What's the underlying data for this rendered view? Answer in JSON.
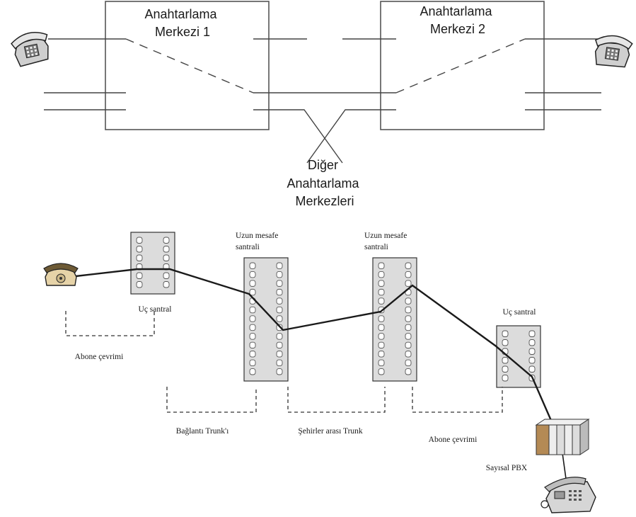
{
  "top_diagram": {
    "center1_label": [
      "Anahtarlama",
      "Merkezi 1"
    ],
    "center2_label": [
      "Anahtarlama",
      "Merkezi 2"
    ],
    "others_label": [
      "Diğer",
      "Anahtarlama",
      "Merkezleri"
    ]
  },
  "bottom_diagram": {
    "end_office_left": "Uç santral",
    "long_distance_1": [
      "Uzun mesafe",
      "santrali"
    ],
    "long_distance_2": [
      "Uzun mesafe",
      "santrali"
    ],
    "end_office_right": "Uç santral",
    "subscriber_loop_left": "Abone çevrimi",
    "connection_trunk": "Bağlantı Trunk'ı",
    "intercity_trunk": "Şehirler arası Trunk",
    "subscriber_loop_right": "Abone çevrimi",
    "digital_pbx": "Sayısal PBX"
  },
  "icons": [
    "telephone-icon",
    "telephone-icon",
    "telephone-icon",
    "pbx-icon",
    "telephone-icon"
  ]
}
